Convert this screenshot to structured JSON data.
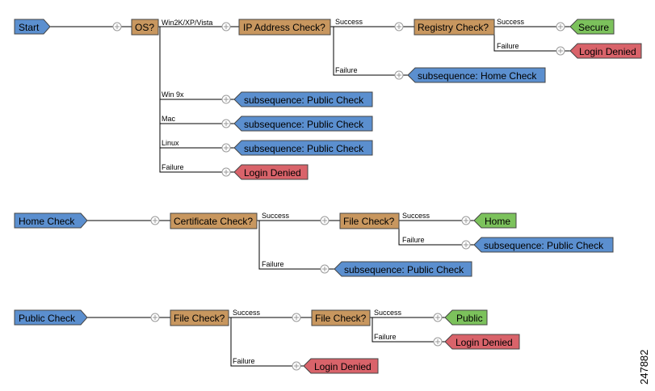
{
  "colors": {
    "start": "#5b8fcf",
    "check": "#c8975f",
    "subsequence": "#5b8fcf",
    "secure": "#7cc25c",
    "denied": "#d9636a",
    "border": "#444444"
  },
  "watermark": "247882",
  "flows": [
    {
      "start": "Start",
      "os": "OS?",
      "os_branches": {
        "win2k": "Win2K/XP/Vista",
        "win9x": "Win 9x",
        "mac": "Mac",
        "linux": "Linux",
        "failure": "Failure"
      },
      "ip_check": "IP Address Check?",
      "registry_check": "Registry Check?",
      "secure": "Secure",
      "login_denied": "Login Denied",
      "home_sub": "subsequence: Home Check",
      "public_sub": "subsequence: Public Check",
      "ip_success": "Success",
      "ip_failure": "Failure",
      "reg_success": "Success",
      "reg_failure": "Failure"
    },
    {
      "start": "Home Check",
      "cert_check": "Certificate Check?",
      "file_check": "File Check?",
      "home": "Home",
      "public_sub": "subsequence: Public Check",
      "cert_success": "Success",
      "cert_failure": "Failure",
      "file_success": "Success",
      "file_failure": "Failure"
    },
    {
      "start": "Public Check",
      "file_check_1": "File Check?",
      "file_check_2": "File Check?",
      "public": "Public",
      "login_denied": "Login Denied",
      "f1_success": "Success",
      "f1_failure": "Failure",
      "f2_success": "Success",
      "f2_failure": "Failure"
    }
  ]
}
